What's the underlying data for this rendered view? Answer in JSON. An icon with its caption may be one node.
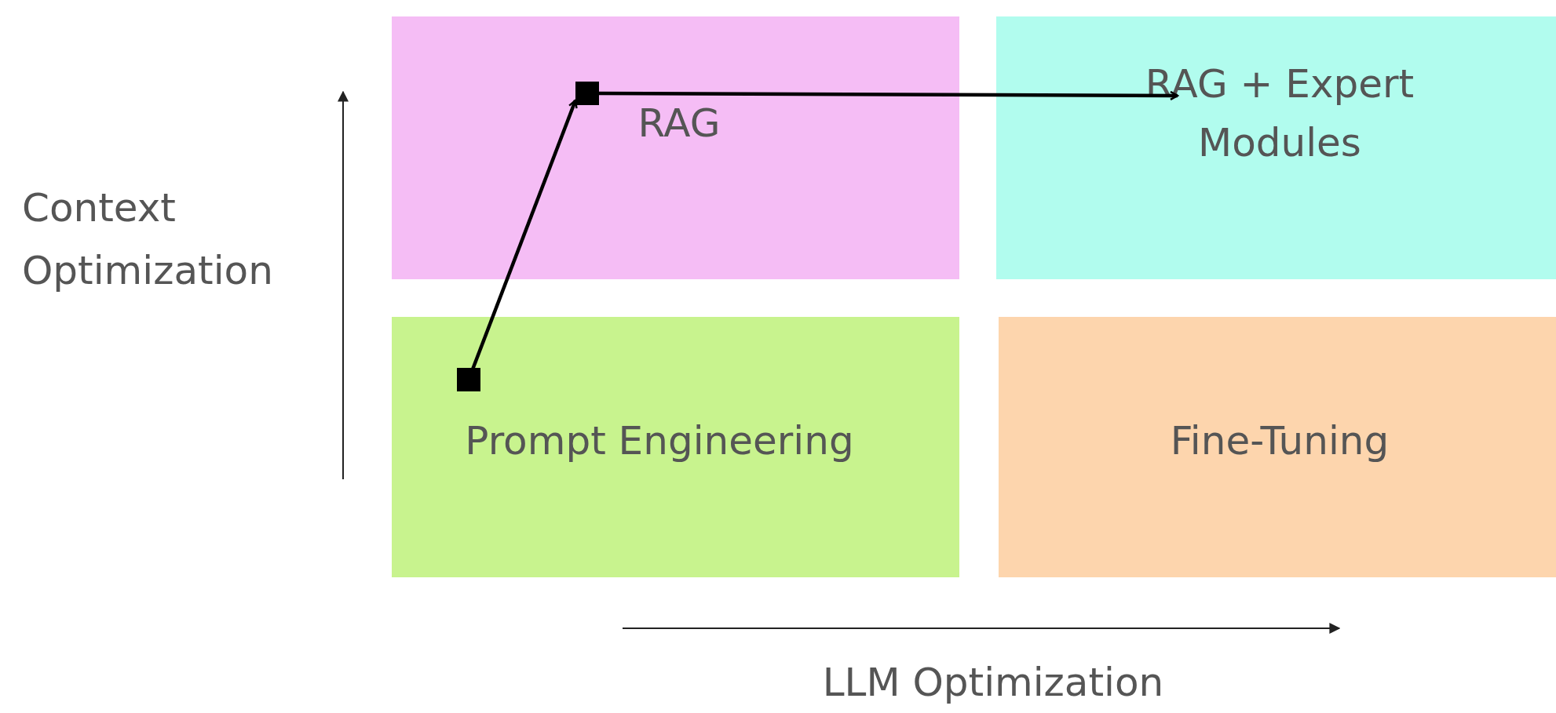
{
  "diagram": {
    "nodes": [
      {
        "text": [
          "RAG"
        ]
      },
      {
        "text": [
          "RAG + Expert Modules"
        ]
      },
      {
        "text": [
          "Prompt Engineering"
        ]
      },
      {
        "text": [
          "Fine-Tuning"
        ]
      }
    ],
    "edges": [
      {
        "from": 2,
        "to": 0,
        "arrow": "to"
      },
      {
        "from": 0,
        "to": 1,
        "arrow": "to"
      }
    ],
    "labels": [
      "Context Optimization",
      "LLM Optimization"
    ]
  }
}
